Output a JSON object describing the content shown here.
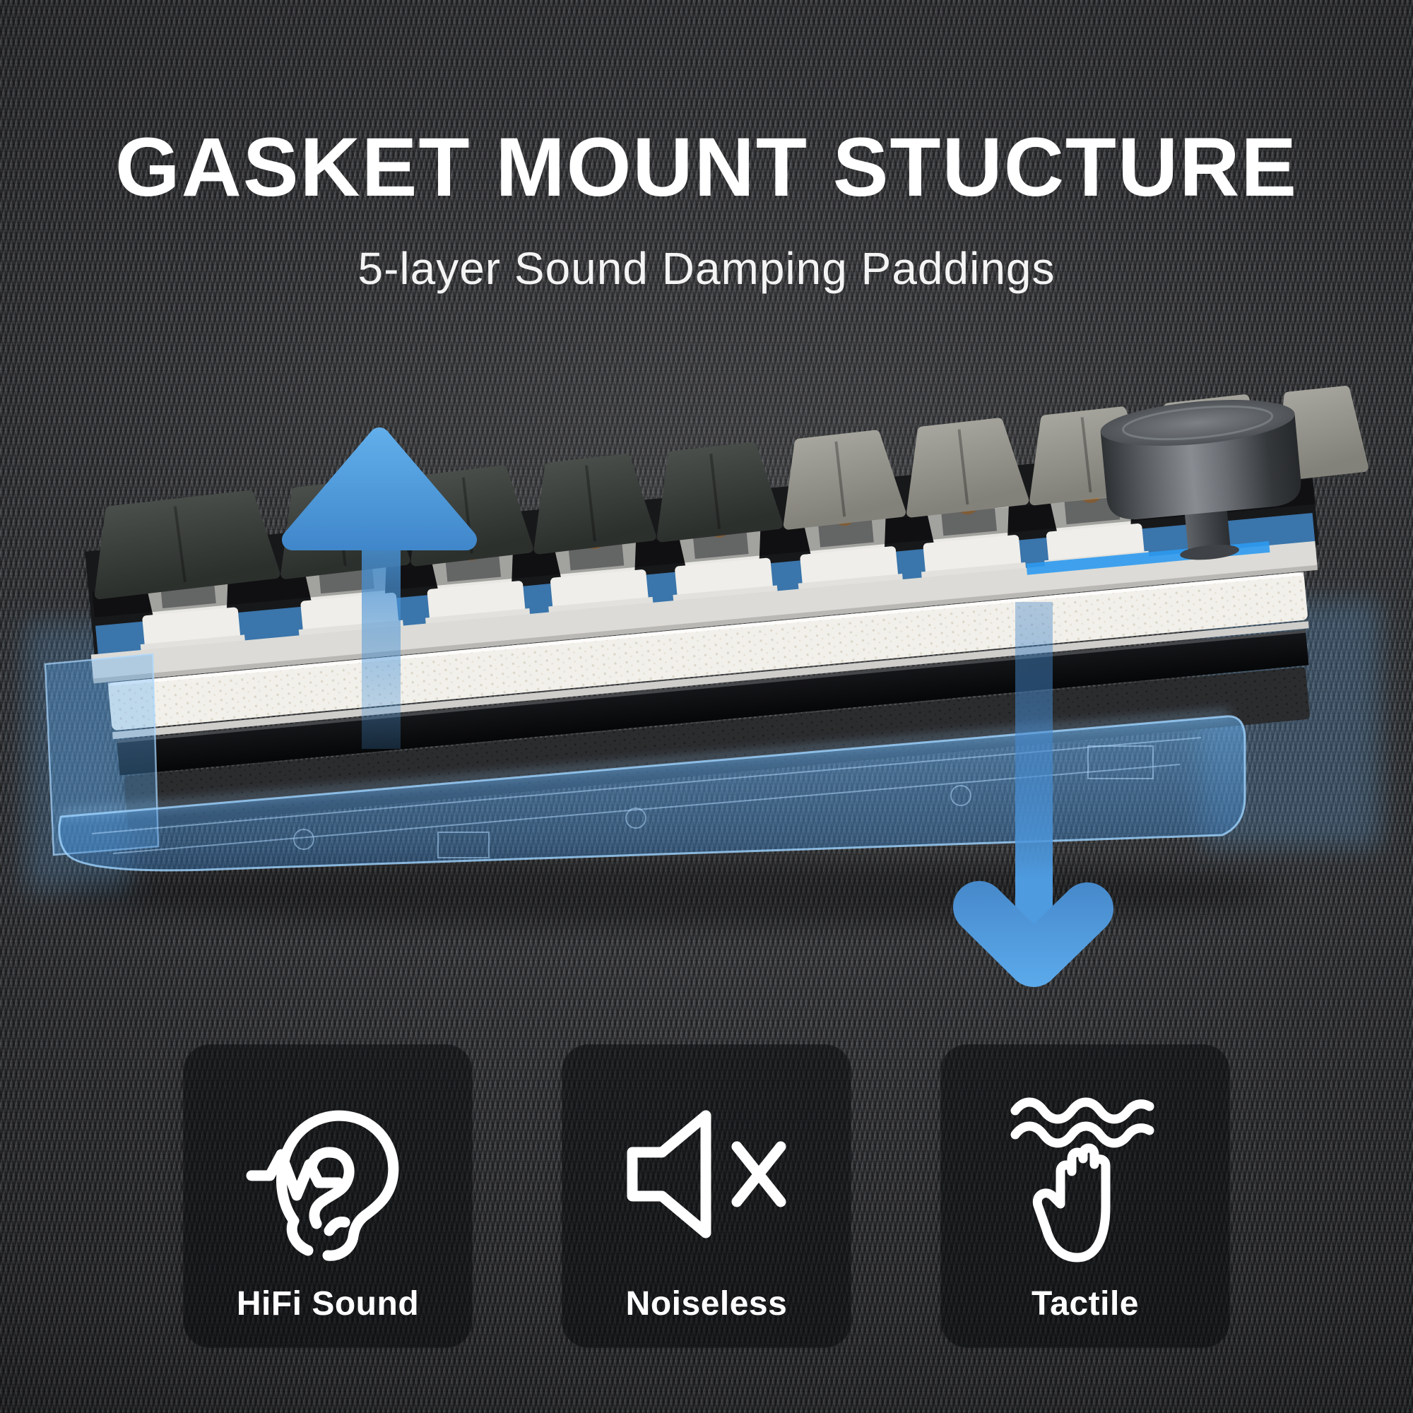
{
  "page": {
    "title": "GASKET MOUNT STUCTURE",
    "subtitle": "5-layer Sound Damping Paddings"
  },
  "diagram": {
    "description_icons": [
      "arrow-up",
      "arrow-down"
    ],
    "accent_blue": "#4A96DC",
    "case_blue": "#5AA8E8"
  },
  "features": [
    {
      "icon": "ear-soundwave-icon",
      "label": "HiFi Sound"
    },
    {
      "icon": "speaker-muted-icon",
      "label": "Noiseless"
    },
    {
      "icon": "hand-vibration-icon",
      "label": "Tactile"
    }
  ]
}
